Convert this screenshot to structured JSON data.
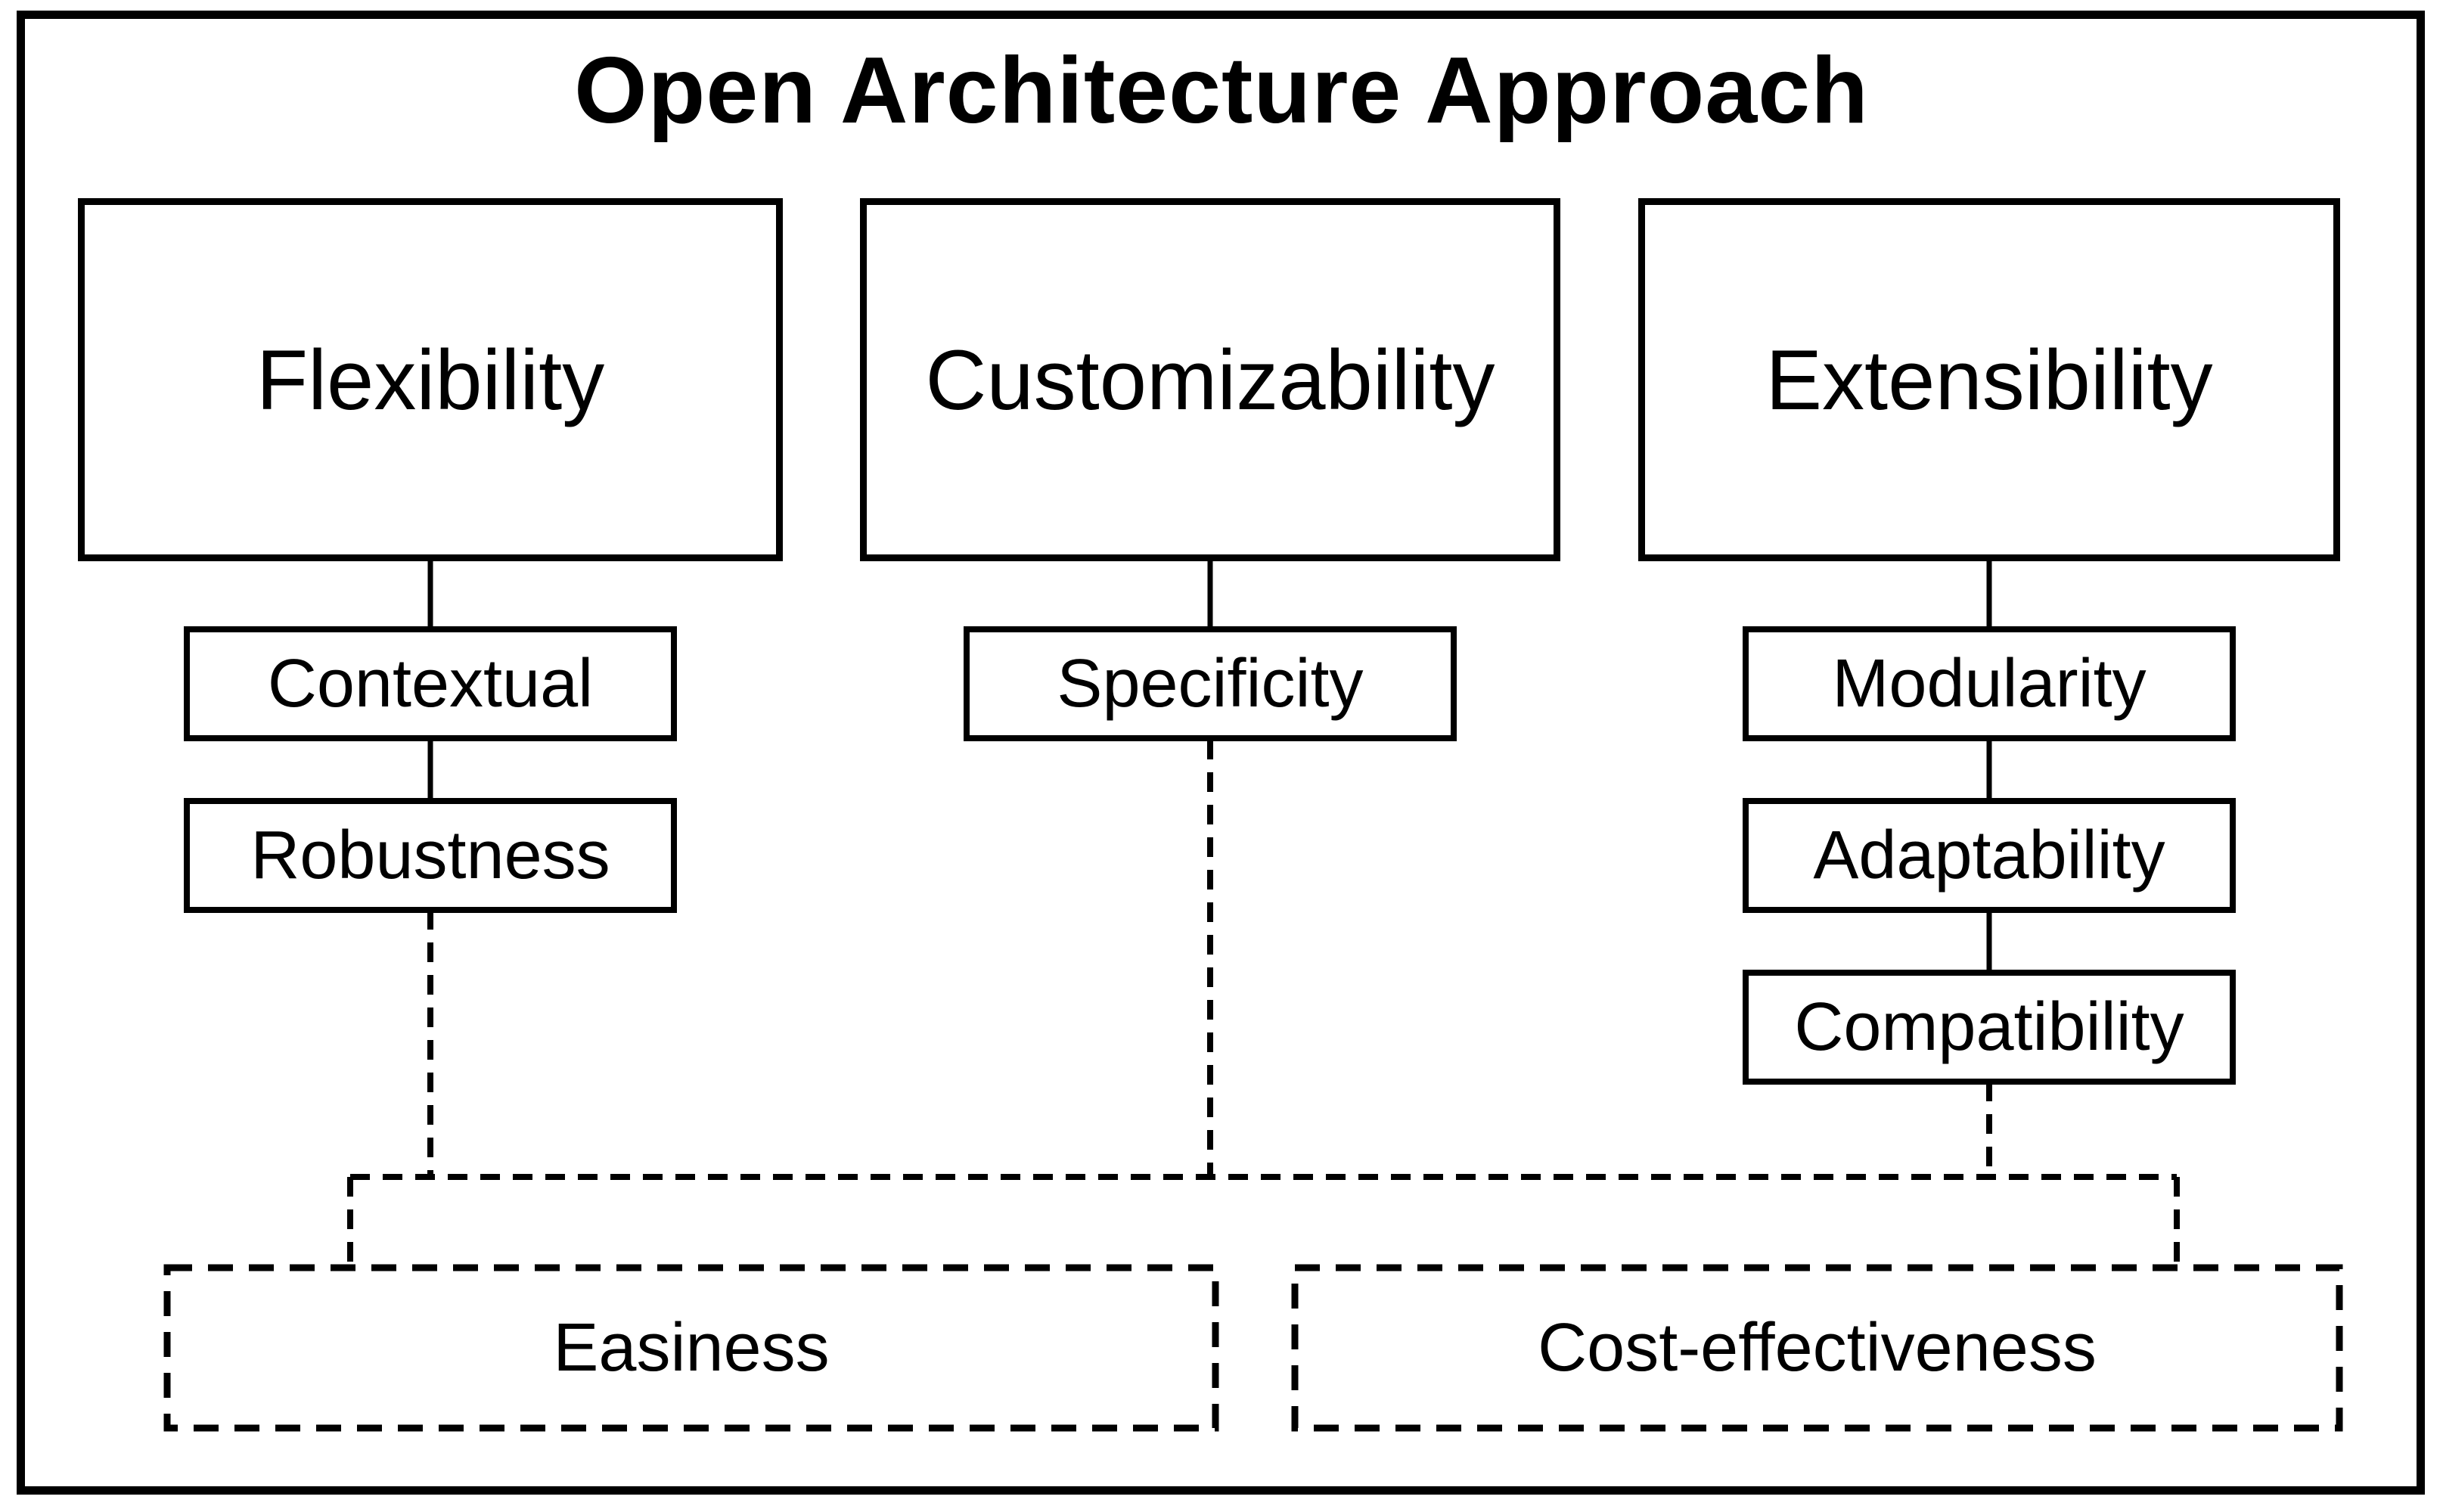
{
  "title": "Open Architecture Approach",
  "colors": {
    "ink": "#000000",
    "paper": "#ffffff"
  },
  "columns": [
    {
      "parent": "Flexibility",
      "children": [
        "Contextual",
        "Robustness"
      ]
    },
    {
      "parent": "Customizability",
      "children": [
        "Specificity"
      ]
    },
    {
      "parent": "Extensibility",
      "children": [
        "Modularity",
        "Adaptability",
        "Compatibility"
      ]
    }
  ],
  "shared": [
    "Easiness",
    "Cost-effectiveness"
  ]
}
